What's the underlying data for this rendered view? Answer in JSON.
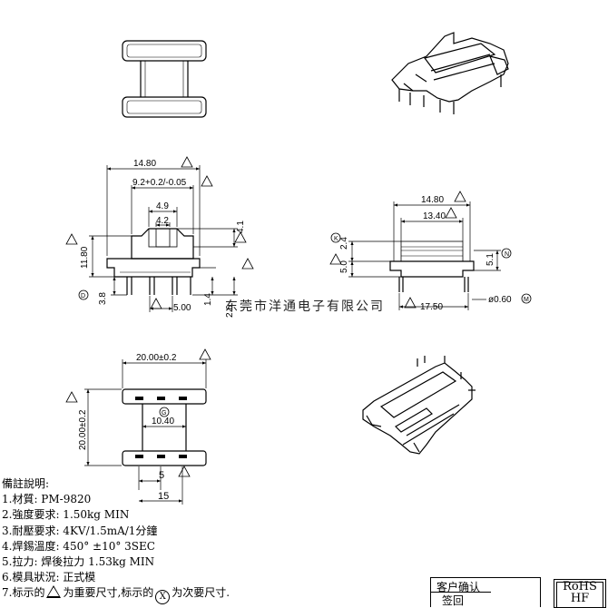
{
  "watermark": "东莞市洋通电子有限公司",
  "front_view": {
    "width": "14.80",
    "inner": "9.2+0.2/-0.05",
    "slot_outer": "4.9",
    "slot_inner": "4.2",
    "slot_depth": "4.1",
    "height": "11.80",
    "pin_length": "3.8",
    "pitch": "5.00",
    "pin_width": "1.4",
    "base": "2.6"
  },
  "side_view": {
    "width": "14.80",
    "inner": "13.40",
    "top": "2.4",
    "mid": "5.0",
    "right": "5.1",
    "span": "17.50",
    "pin_dia": "ø0.60",
    "mark_k": "K",
    "mark_n": "N",
    "mark_m": "M"
  },
  "bottom_view": {
    "width": "20.00±0.2",
    "height": "20.00±0.2",
    "inner": "10.40",
    "pitch": "5",
    "overall": "15",
    "mark_g": "G"
  },
  "notes": {
    "heading": "備註說明:",
    "items": [
      "1.材質: PM-9820",
      "2.強度要求: 1.50kg MIN",
      "3.耐壓要求: 4KV/1.5mA/1分鐘",
      "4.焊錫溫度: 450° ±10°  3SEC",
      "5.拉力: 焊後拉力 1.53kg MIN",
      "6.模具狀況: 正式模"
    ],
    "legend_prefix": "7.标示的",
    "legend_mid": "为重要尺寸,标示的",
    "legend_circle": "X",
    "legend_suffix": "为次要尺寸."
  },
  "approval": {
    "line1": "客户确认",
    "line2": "签回"
  },
  "rohs": {
    "line1": "RoHS",
    "line2": "HF"
  }
}
